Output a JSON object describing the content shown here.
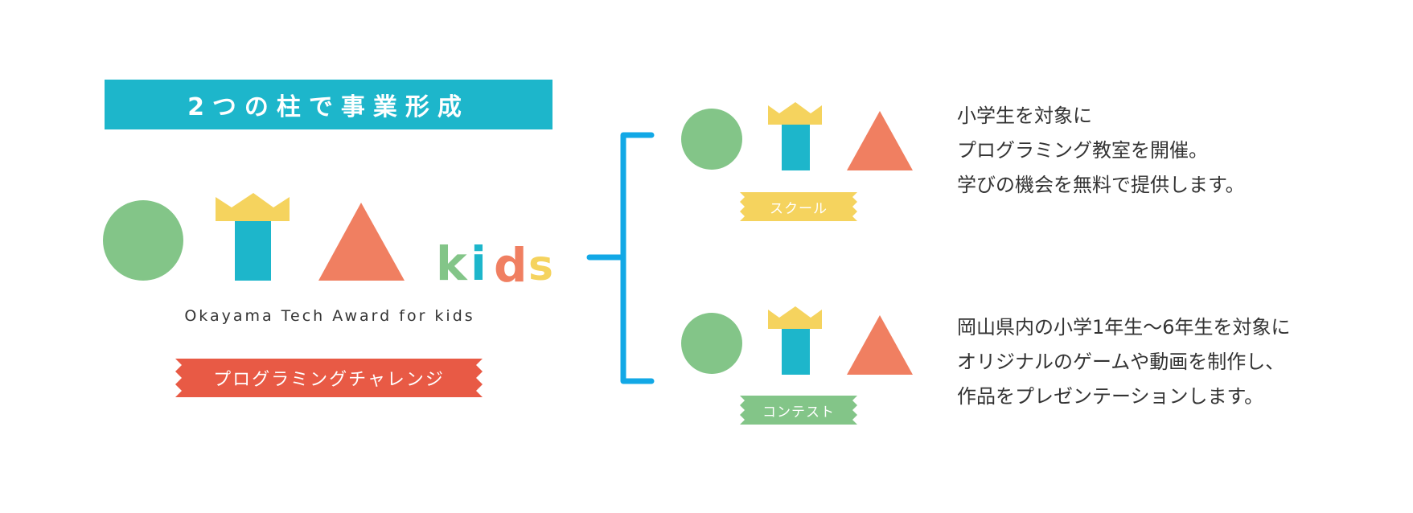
{
  "header": {
    "title": "2つの柱で事業形成"
  },
  "brand": {
    "kids_text": "kids",
    "full_name": "Okayama Tech Award for kids",
    "ribbon_label": "プログラミングチャレンジ"
  },
  "programs": [
    {
      "label": "スクール",
      "description": [
        "小学生を対象に",
        "プログラミング教室を開催。",
        "学びの機会を無料で提供します。"
      ]
    },
    {
      "label": "コンテスト",
      "description": [
        "岡山県内の小学1年生〜6年生を対象に",
        "オリジナルのゲームや動画を制作し、",
        "作品をプレゼンテーションします。"
      ]
    }
  ],
  "colors": {
    "header_banner": "#1db6cb",
    "circle_green": "#83c588",
    "pillar_teal": "#1db6cb",
    "crown_yellow": "#f5d35e",
    "triangle_coral": "#f07f61",
    "main_ribbon_red": "#e85a45",
    "school_ribbon_yellow": "#f5d35e",
    "contest_ribbon_green": "#83c588",
    "bracket_blue": "#12a8e6",
    "kids_k": "#83c588",
    "kids_i": "#1db6cb",
    "kids_d": "#f07f61",
    "kids_s": "#f5d35e"
  }
}
